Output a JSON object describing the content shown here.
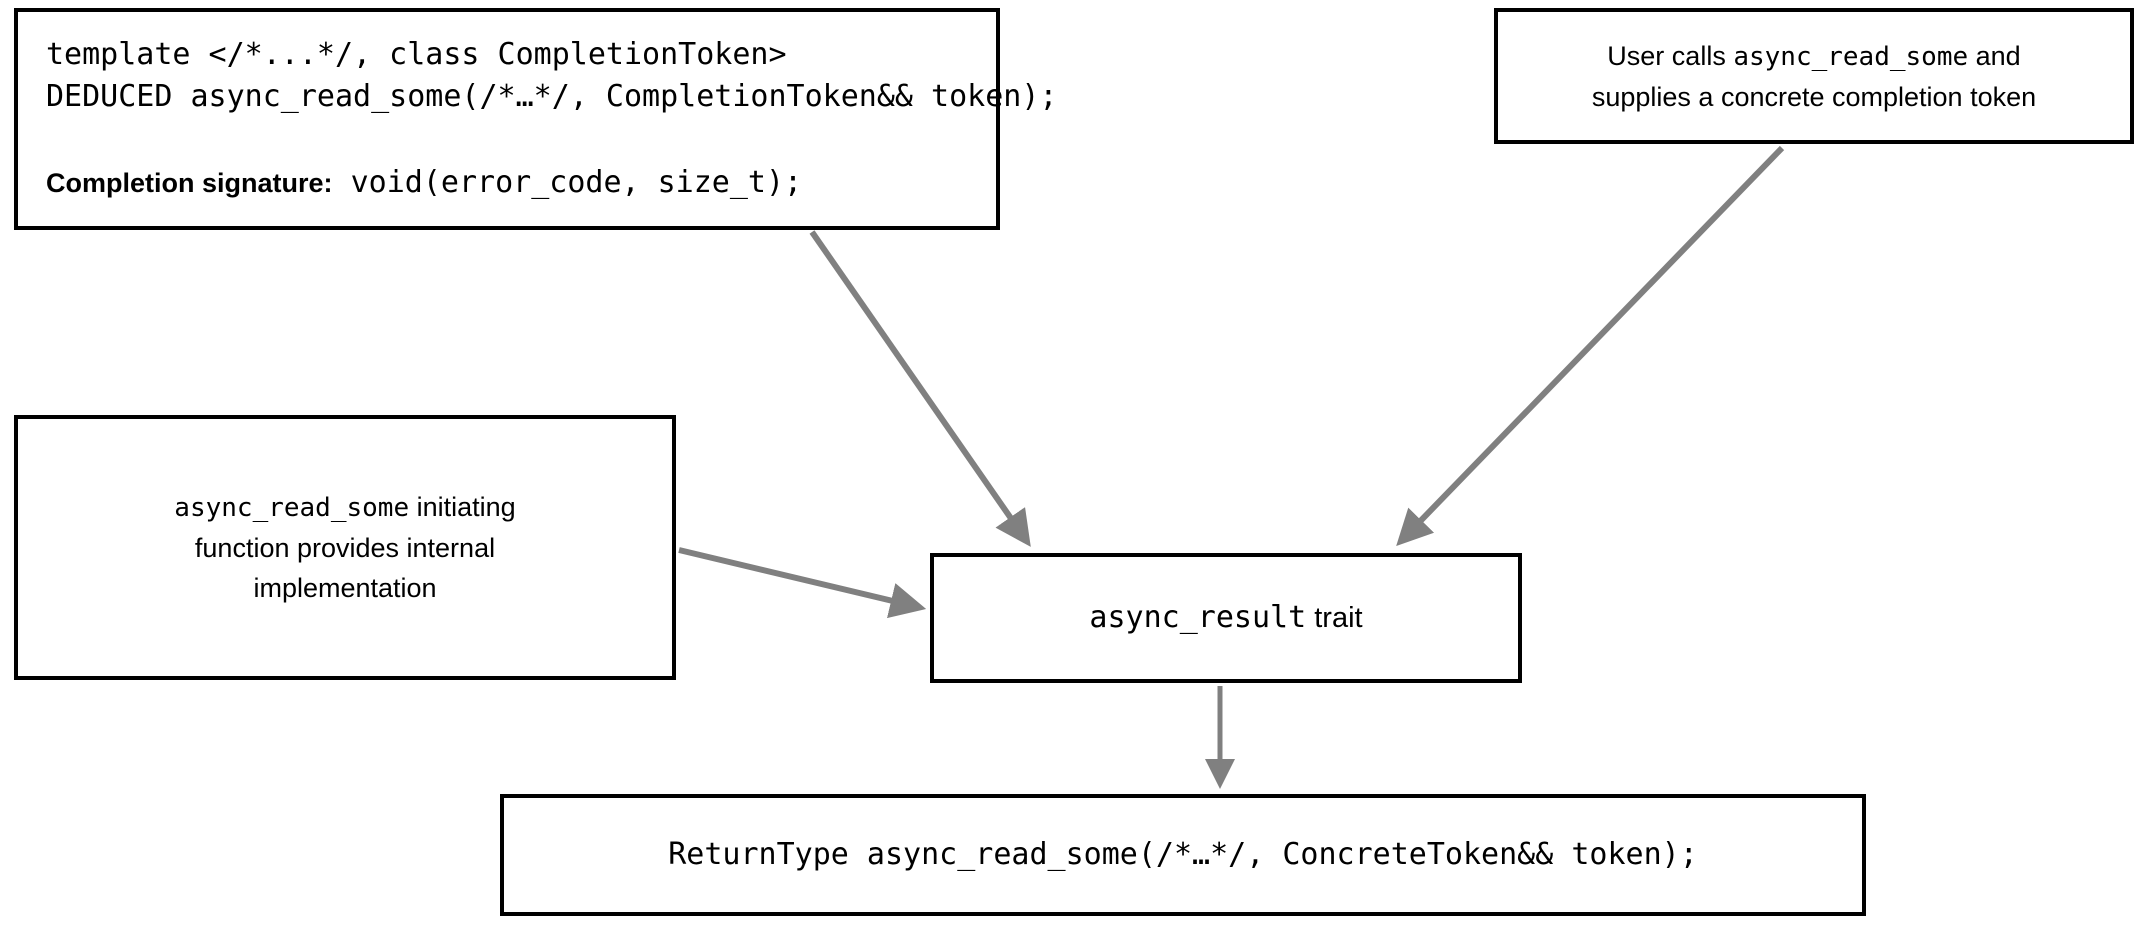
{
  "diagram": {
    "title": "async_result trait flow",
    "colors": {
      "box_border": "#000000",
      "background": "#ffffff",
      "arrow": "#808080",
      "text": "#000000"
    }
  },
  "nodes": {
    "signature_box": {
      "line1": "template </*...*/, class CompletionToken>",
      "line2_italic": "DEDUCED",
      "line2_rest": " async_read_some(/*…*/, CompletionToken&& token);",
      "completion_label": "Completion signature:",
      "completion_value": "void(error_code, size_t);"
    },
    "user_note": {
      "line1_pre": "User calls ",
      "line1_mono": "async_read_some",
      "line1_post": " and",
      "line2": "supplies a concrete completion token"
    },
    "impl_note": {
      "line1_mono": "async_read_some",
      "line1_post": " initiating",
      "line2": "function provides internal",
      "line3": "implementation"
    },
    "async_result": {
      "mono": "async_result",
      "suffix": " trait"
    },
    "return_box": {
      "italic1": "ReturnType",
      "mid": " async_read_some(/*…*/, ",
      "italic2": "ConcreteToken",
      "tail": "&& token);"
    }
  },
  "edges": [
    {
      "name": "signature-to-async-result",
      "from": "signature_box",
      "to": "async_result"
    },
    {
      "name": "user-note-to-async-result",
      "from": "user_note",
      "to": "async_result"
    },
    {
      "name": "impl-note-to-async-result",
      "from": "impl_note",
      "to": "async_result"
    },
    {
      "name": "async-result-to-return",
      "from": "async_result",
      "to": "return_box"
    }
  ]
}
